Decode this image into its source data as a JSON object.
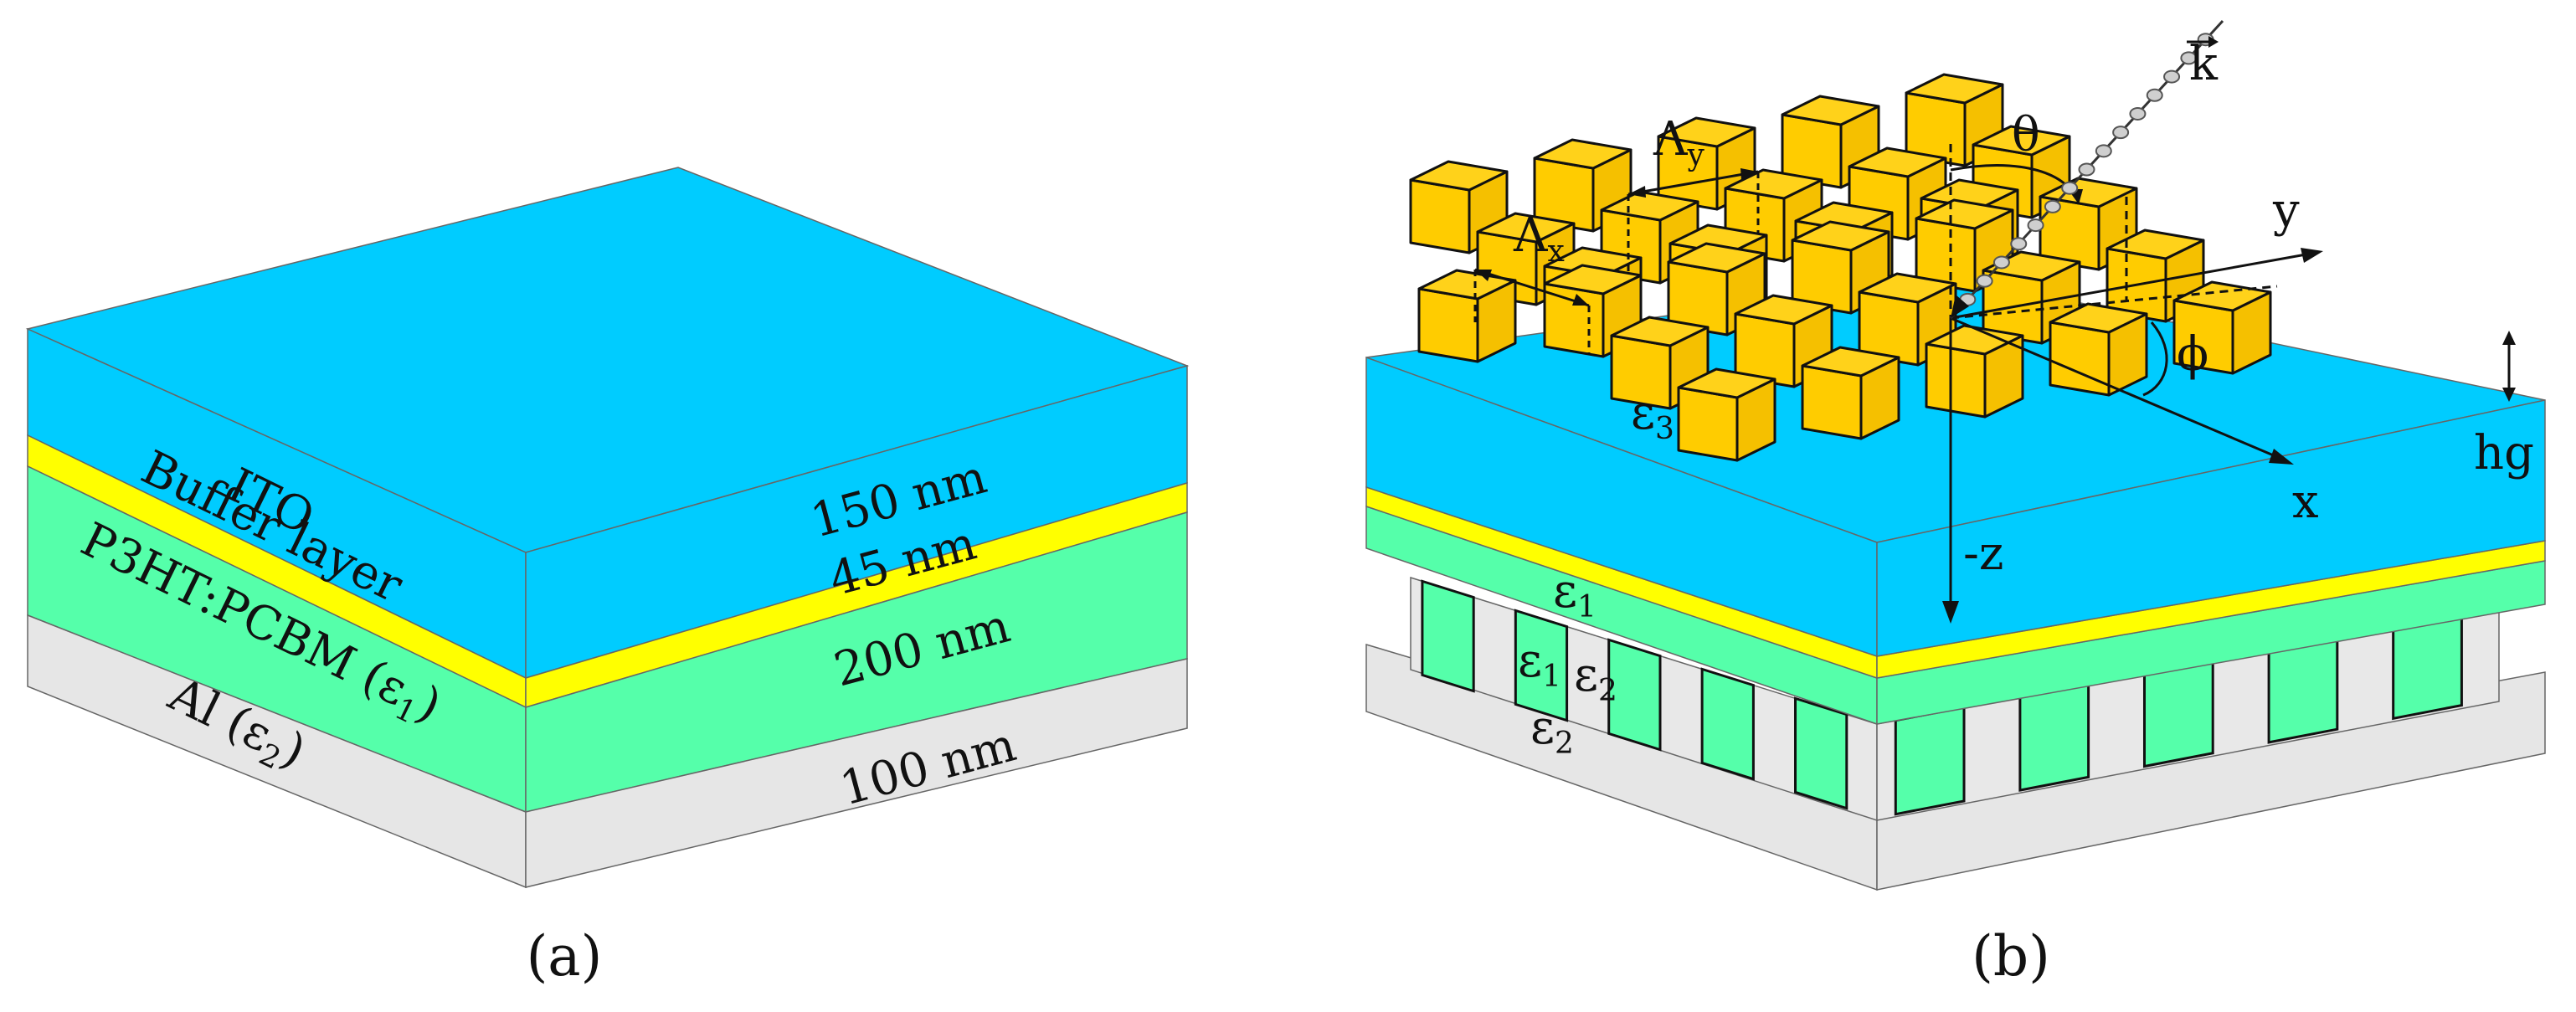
{
  "colors": {
    "ito": "#00CCFF",
    "ito_side": "#00C3F6",
    "buffer": "#FFFF00",
    "active": "#55FFAA",
    "al": "#E6E6E6",
    "grating": "#FFCC00",
    "grating_side": "#F5C000",
    "grating_top": "#FFD21A",
    "grating_cell_light": "#E8E8E8"
  },
  "panel_a": {
    "caption": "(a)",
    "layers": [
      {
        "name": "ITO",
        "thickness": "150 nm"
      },
      {
        "name": "Buffer layer",
        "thickness": "45 nm"
      },
      {
        "name": "P3HT:PCBM",
        "eps": "ε",
        "eps_sub": "1",
        "thickness": "200 nm"
      },
      {
        "name": "Al",
        "eps": "ε",
        "eps_sub": "2",
        "thickness": "100 nm"
      }
    ],
    "paren_open": "(",
    "paren_close": ")"
  },
  "panel_b": {
    "caption": "(b)",
    "period_x": {
      "sym": "Λ",
      "sub": "x"
    },
    "period_y": {
      "sym": "Λ",
      "sub": "y"
    },
    "angle_theta": "θ",
    "angle_phi": "ϕ",
    "wave_vector": "k",
    "axis_x": "x",
    "axis_y": "y",
    "axis_z": "-z",
    "height_label": "hg",
    "eps_symbol": "ε",
    "eps1_sub": "1",
    "eps2_sub": "2",
    "eps3_sub": "3"
  }
}
